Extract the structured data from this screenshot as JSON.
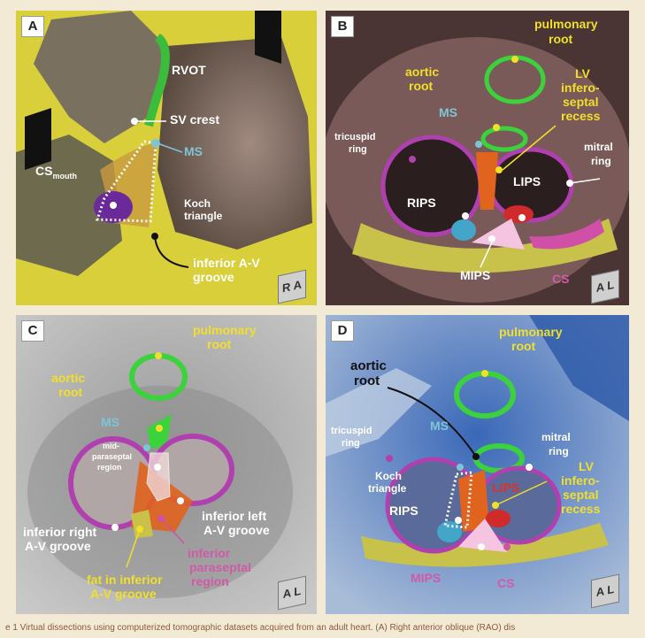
{
  "panels": {
    "a": {
      "label": "A",
      "rvot": "RVOT",
      "sv_crest": "SV crest",
      "ms": "MS",
      "cs_mouth": "CS",
      "cs_mouth_sub": "mouth",
      "koch": "Koch",
      "koch2": "triangle",
      "inferior_av": "inferior A-V",
      "groove": "groove",
      "cube": "R A"
    },
    "b": {
      "label": "B",
      "pulmonary": "pulmonary",
      "root": "root",
      "aortic": "aortic",
      "aortic_root": "root",
      "lv": "LV",
      "infero": "infero-",
      "septal": "septal",
      "recess": "recess",
      "ms": "MS",
      "tricuspid": "tricuspid",
      "ring": "ring",
      "mitral": "mitral",
      "mitral_ring": "ring",
      "rips": "RIPS",
      "lips": "LIPS",
      "mips": "MIPS",
      "cs": "CS",
      "cube": "A L"
    },
    "c": {
      "label": "C",
      "pulmonary": "pulmonary",
      "root": "root",
      "aortic": "aortic",
      "aortic_root": "root",
      "ms": "MS",
      "mid": "mid-",
      "paraseptal": "paraseptal",
      "region": "region",
      "inf_left": "inferior left",
      "av_groove": "A-V groove",
      "inf_right": "inferior right",
      "av_groove2": "A-V groove",
      "fat": "fat in inferior",
      "av_groove3": "A-V groove",
      "inferior": "inferior",
      "parasep": "paraseptal",
      "region2": "region",
      "cube": "A L"
    },
    "d": {
      "label": "D",
      "pulmonary": "pulmonary",
      "root": "root",
      "aortic": "aortic",
      "aortic_root": "root",
      "mitral": "mitral",
      "mitral_ring": "ring",
      "tricuspid": "tricuspid",
      "ring": "ring",
      "ms": "MS",
      "koch": "Koch",
      "triangle": "triangle",
      "lips": "LIPS",
      "rips": "RIPS",
      "lv": "LV",
      "infero": "infero-",
      "septal": "septal",
      "recess": "recess",
      "mips": "MIPS",
      "cs": "CS",
      "cube": "A L"
    }
  },
  "caption": "e 1 Virtual dissections using computerized tomographic datasets acquired from an adult heart. (A) Right anterior oblique (RAO) dis"
}
